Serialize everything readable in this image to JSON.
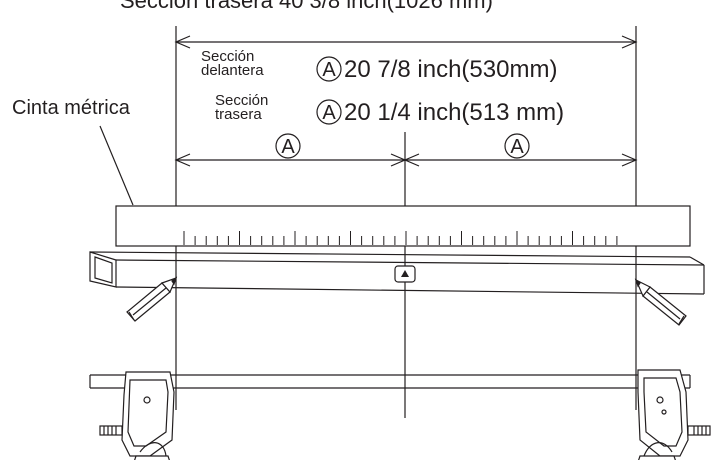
{
  "title": "Sección trasera 40 3/8 inch(1026 mm)",
  "tape_label": "Cinta métrica",
  "front": {
    "label_line1": "Sección",
    "label_line2": "delantera",
    "value": "20 7/8 inch(530mm)"
  },
  "rear": {
    "label_line1": "Sección",
    "label_line2": "trasera",
    "value": "20 1/4 inch(513 mm)"
  },
  "marker": "A",
  "colors": {
    "line": "#231f20",
    "background": "#ffffff"
  }
}
